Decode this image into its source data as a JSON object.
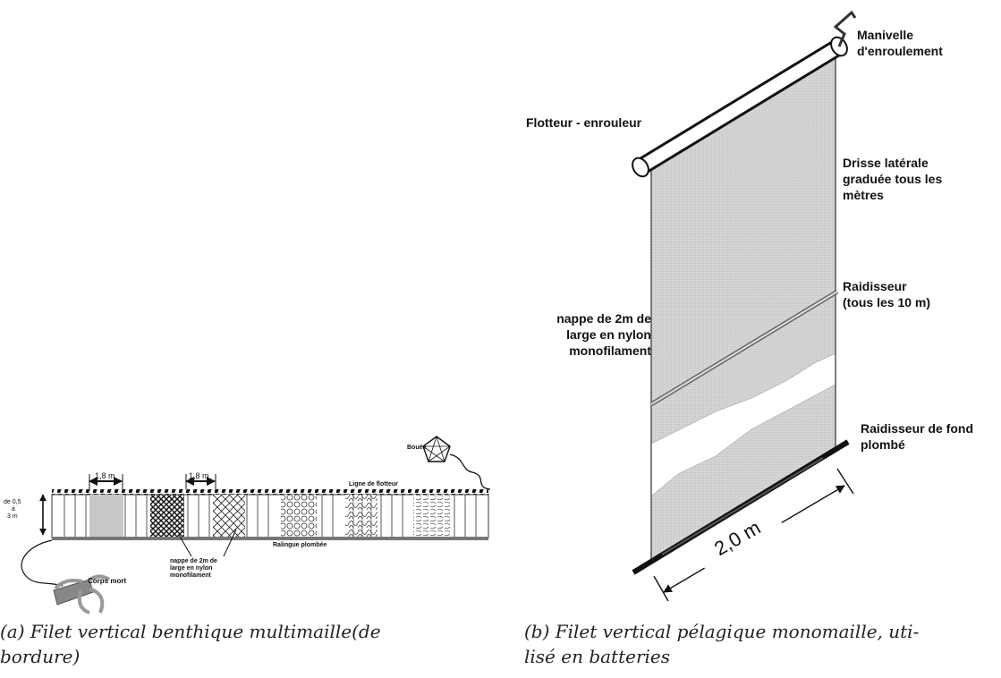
{
  "figure_a": {
    "labels": {
      "buoy": "Bouée",
      "float_line": "Ligne de flotteur",
      "height_top": "de 0,5",
      "height_mid": "à",
      "height_bot": "3 m",
      "width_1": "1,8  m",
      "width_2": "1,8  m",
      "lead_line": "Ralingue plombée",
      "anchor": "Corps mort",
      "nappe_1": "nappe  de  2m de",
      "nappe_2": "large    en    nylon",
      "nappe_3": "monofilament"
    },
    "caption_1": "(a) Filet vertical benthique multimaille(de",
    "caption_2": "bordure)"
  },
  "figure_b": {
    "labels": {
      "crank_1": "Manivelle",
      "crank_2": "d'enroulement",
      "float_roller": "Flotteur - enrouleur",
      "rope_1": "Drisse  latérale",
      "rope_2": "graduée tous les",
      "rope_3": "mètres",
      "stiffener_1": "Raidisseur",
      "stiffener_2": "(tous les 10 m)",
      "nappe_1": "nappe de 2m de",
      "nappe_2": "large en nylon",
      "nappe_3": "monofilament",
      "bottom_1": "Raidisseur de fond",
      "bottom_2": "plombé",
      "dimension": "2,0  m"
    },
    "caption_1": "(b) Filet vertical pélagique monomaille, uti-",
    "caption_2": "lisé en batteries"
  }
}
